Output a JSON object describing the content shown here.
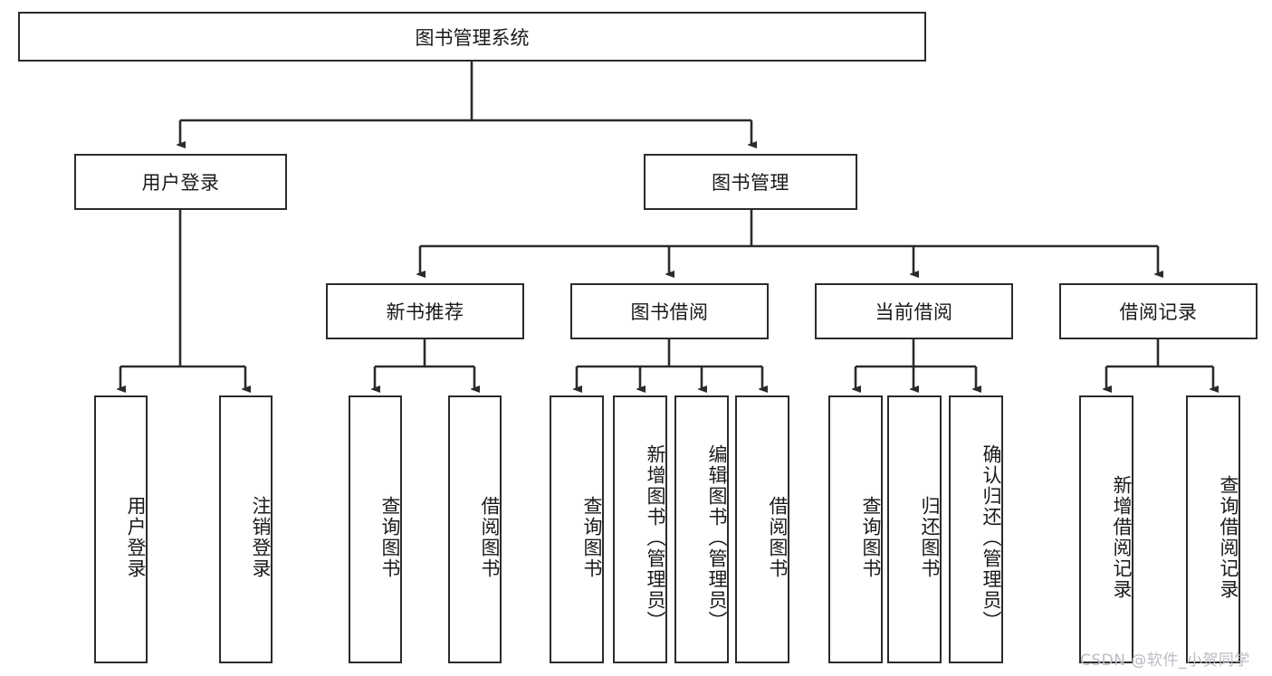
{
  "diagram": {
    "title": "图书管理系统",
    "type": "tree",
    "root": {
      "label": "图书管理系统"
    },
    "level2": [
      {
        "label": "用户登录"
      },
      {
        "label": "图书管理"
      }
    ],
    "level3": [
      {
        "label": "新书推荐"
      },
      {
        "label": "图书借阅"
      },
      {
        "label": "当前借阅"
      },
      {
        "label": "借阅记录"
      }
    ],
    "leaves": {
      "user_login": [
        {
          "label": "用户登录"
        },
        {
          "label": "注销登录"
        }
      ],
      "new_book_recommend": [
        {
          "label": "查询图书"
        },
        {
          "label": "借阅图书"
        }
      ],
      "book_borrow": [
        {
          "label": "查询图书"
        },
        {
          "label": "新增图书（管理员）"
        },
        {
          "label": "编辑图书（管理员）"
        },
        {
          "label": "借阅图书"
        }
      ],
      "current_borrow": [
        {
          "label": "查询图书"
        },
        {
          "label": "归还图书"
        },
        {
          "label": "确认归还（管理员）"
        }
      ],
      "borrow_record": [
        {
          "label": "新增借阅记录"
        },
        {
          "label": "查询借阅记录"
        }
      ]
    }
  },
  "watermark": {
    "text": "CSDN @软件_小贺同学"
  },
  "colors": {
    "border": "#2b2b2b",
    "text": "#1a1a1a",
    "background": "#ffffff",
    "watermark": "#b9bcc2"
  }
}
